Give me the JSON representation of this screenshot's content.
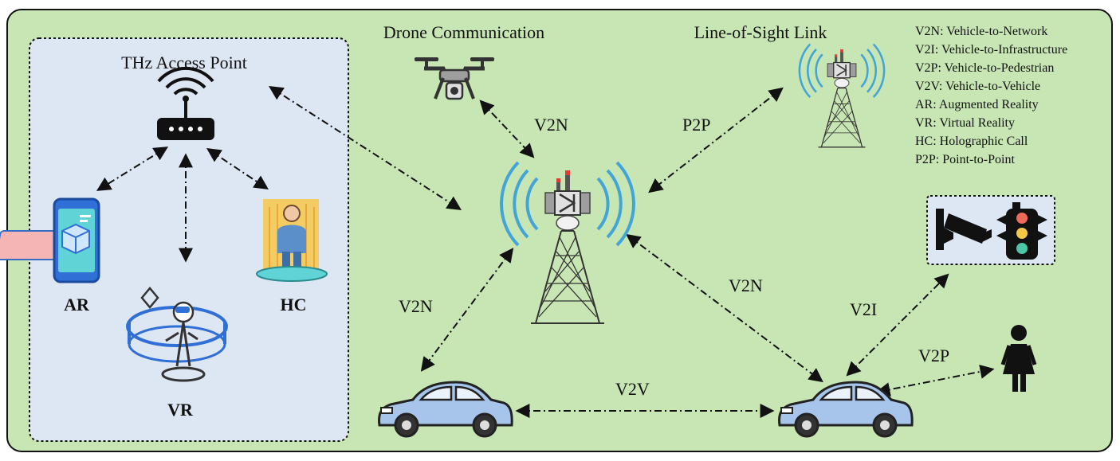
{
  "colors": {
    "background": "#c8e6b4",
    "thz_panel": "#dde6f3",
    "signal": "#42a5d6",
    "tower": "#3a3a3a",
    "car_body": "#a7c4ea",
    "screen": "#5fd3d6",
    "hologram": "#f3cd63",
    "light_red": "#f06a5a",
    "light_yellow": "#f6c945",
    "light_green": "#4cc5a9"
  },
  "labels": {
    "thz_access_point": "THz Access Point",
    "drone_communication": "Drone Communication",
    "line_of_sight": "Line-of-Sight Link",
    "ar": "AR",
    "vr": "VR",
    "hc": "HC"
  },
  "links": {
    "drone_v2n": "V2N",
    "p2p": "P2P",
    "car_left_v2n": "V2N",
    "car_right_v2n": "V2N",
    "v2i": "V2I",
    "v2p": "V2P",
    "v2v": "V2V"
  },
  "legend": [
    "V2N: Vehicle-to-Network",
    "V2I: Vehicle-to-Infrastructure",
    "V2P: Vehicle-to-Pedestrian",
    "V2V: Vehicle-to-Vehicle",
    "AR: Augmented Reality",
    "VR: Virtual Reality",
    "HC: Holographic Call",
    "P2P: Point-to-Point"
  ],
  "icons": {
    "router": "wifi-router-icon",
    "drone": "drone-icon",
    "main_tower": "cell-tower-icon",
    "los_tower": "cell-tower-icon",
    "phone_ar": "ar-phone-icon",
    "vr_user": "vr-headset-user-icon",
    "hologram": "hologram-person-icon",
    "cctv": "cctv-camera-icon",
    "traffic_light": "traffic-light-icon",
    "pedestrian": "pedestrian-icon",
    "car": "car-icon"
  }
}
